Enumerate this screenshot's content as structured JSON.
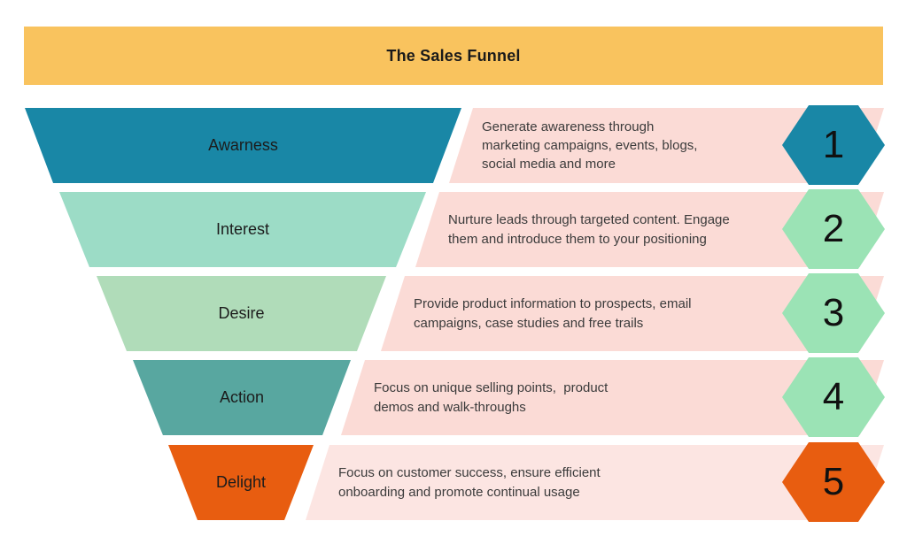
{
  "header": {
    "title": "The Sales Funnel",
    "bg_color": "#F9C35E"
  },
  "funnel": {
    "panel_color": "#FBDBD6",
    "last_panel_color": "#FCE5E2",
    "stages": [
      {
        "num": "1",
        "label": "Awarness",
        "description": "Generate awareness through\nmarketing campaigns, events, blogs,\nsocial media and more",
        "stage_color": "#1987A6",
        "badge_color": "#1987A6"
      },
      {
        "num": "2",
        "label": "Interest",
        "description": "Nurture leads through targeted content. Engage\nthem and introduce them to your positioning",
        "stage_color": "#9CDCC6",
        "badge_color": "#9BE3B5"
      },
      {
        "num": "3",
        "label": "Desire",
        "description": "Provide product information to prospects, email\ncampaigns, case studies and free trails",
        "stage_color": "#B0DCB9",
        "badge_color": "#9BE3B5"
      },
      {
        "num": "4",
        "label": "Action",
        "description": "Focus on unique selling points,  product\ndemos and walk-throughs",
        "stage_color": "#58A7A0",
        "badge_color": "#9BE3B5"
      },
      {
        "num": "5",
        "label": "Delight",
        "description": "Focus on customer success, ensure efficient\nonboarding and promote continual usage",
        "stage_color": "#E85D10",
        "badge_color": "#E85D10"
      }
    ]
  }
}
